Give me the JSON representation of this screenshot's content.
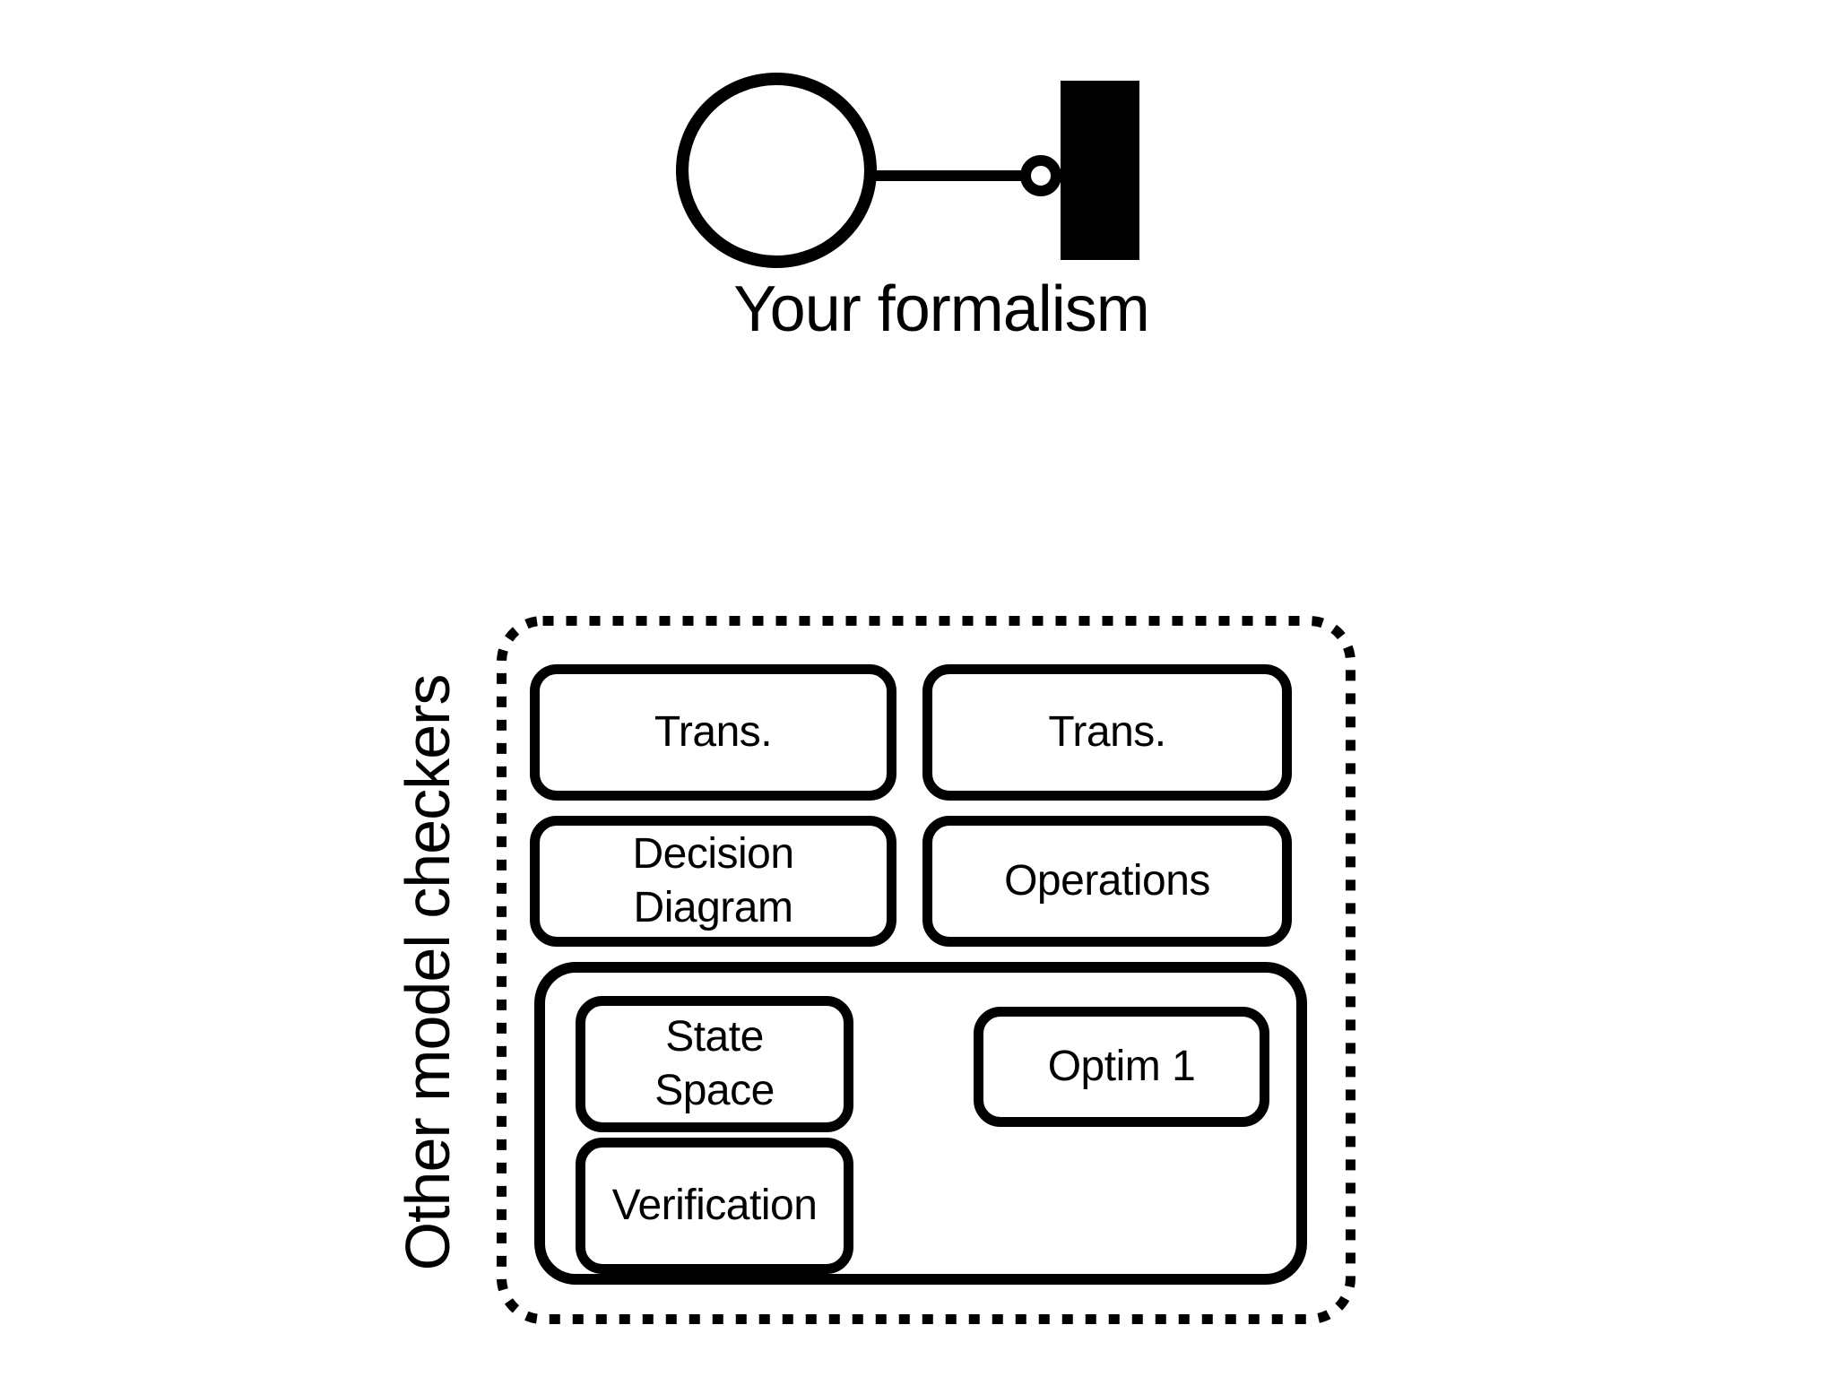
{
  "diagram": {
    "formalism": {
      "label": "Your formalism",
      "icon": "petri-net-place-arc-transition"
    },
    "other_model_checkers": {
      "label": "Other model checkers",
      "top_boxes": [
        {
          "label": "Trans."
        },
        {
          "label": "Trans."
        }
      ],
      "middle_boxes": [
        {
          "label": "Decision\nDiagram"
        },
        {
          "label": "Operations"
        }
      ],
      "pipeline_group": {
        "boxes": [
          {
            "label": "State\nSpace"
          },
          {
            "label": "Optim 1"
          },
          {
            "label": "Verification"
          }
        ]
      }
    }
  },
  "colors": {
    "ink": "#000000",
    "background": "#ffffff"
  }
}
